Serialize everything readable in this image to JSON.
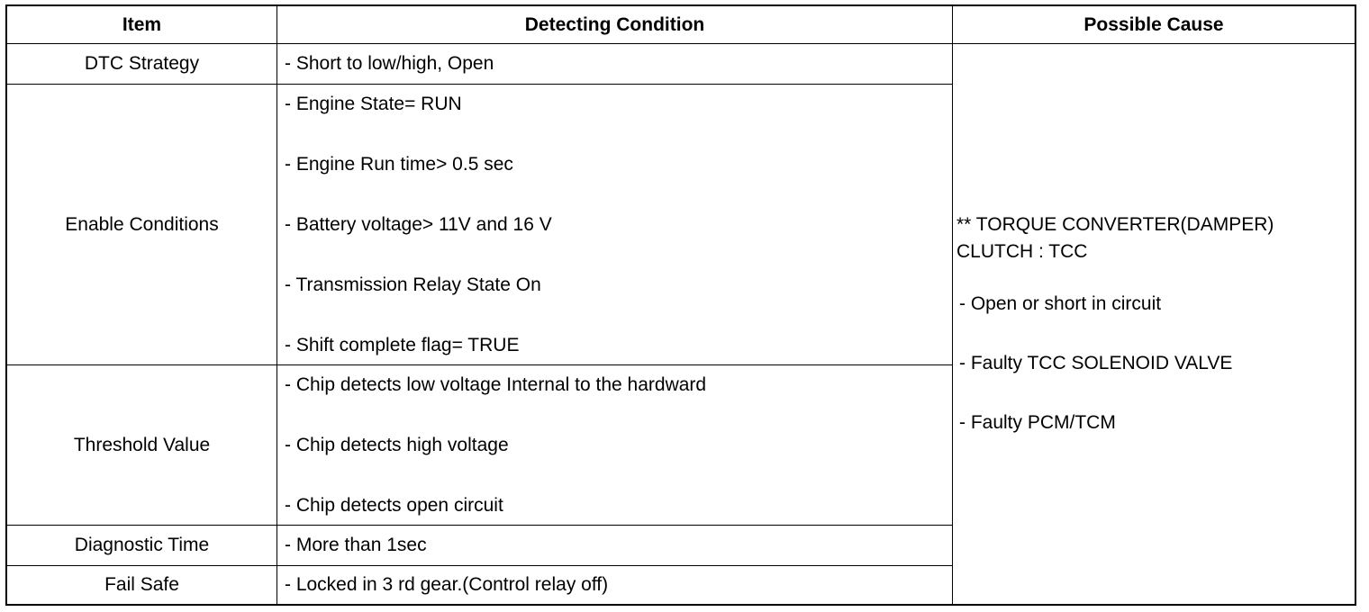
{
  "table": {
    "headers": {
      "item": "Item",
      "condition": "Detecting Condition",
      "cause": "Possible Cause"
    },
    "rows": [
      {
        "item": "DTC Strategy",
        "conditions": [
          "- Short to low/high, Open"
        ]
      },
      {
        "item": "Enable Conditions",
        "conditions": [
          "- Engine State= RUN",
          "- Engine Run time> 0.5 sec",
          "- Battery voltage> 11V and 16 V",
          "- Transmission Relay State On",
          "- Shift complete flag= TRUE"
        ]
      },
      {
        "item": "Threshold Value",
        "conditions": [
          "- Chip detects low voltage Internal to the hardward",
          "- Chip detects high voltage",
          "- Chip detects open circuit"
        ]
      },
      {
        "item": "Diagnostic Time",
        "conditions": [
          "- More than 1sec"
        ]
      },
      {
        "item": "Fail Safe",
        "conditions": [
          "- Locked in 3 rd gear.(Control relay off)"
        ]
      }
    ],
    "cause": {
      "title": "** TORQUE CONVERTER(DAMPER)\nCLUTCH : TCC",
      "items": [
        "- Open or short in circuit",
        "- Faulty TCC SOLENOID VALVE",
        "- Faulty PCM/TCM"
      ]
    }
  }
}
